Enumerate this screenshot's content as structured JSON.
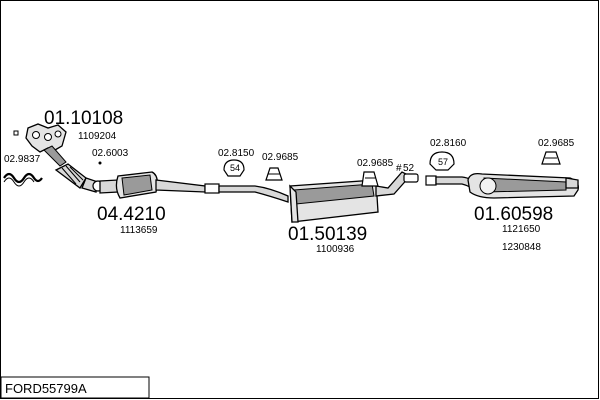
{
  "diagram": {
    "title": "FORD55799A",
    "parts": [
      {
        "id": "manifold",
        "number": "01.10108",
        "oe": "1109204"
      },
      {
        "id": "gasket_left",
        "number": "02.9837"
      },
      {
        "id": "gasket_flex",
        "number": "02.6003"
      },
      {
        "id": "catalyst",
        "number": "04.4210",
        "oe": "1113659"
      },
      {
        "id": "mount_a",
        "number": "02.8150",
        "badge": "54"
      },
      {
        "id": "mount_b",
        "number": "02.9685"
      },
      {
        "id": "middle_silencer",
        "number": "01.50139",
        "oe": "1100936"
      },
      {
        "id": "mount_c",
        "number": "02.9685"
      },
      {
        "id": "clamp",
        "number": "52"
      },
      {
        "id": "mount_d",
        "number": "02.8160",
        "badge": "57"
      },
      {
        "id": "mount_e",
        "number": "02.9685"
      },
      {
        "id": "rear_silencer",
        "number": "01.60598",
        "oe": [
          "1121650",
          "1230848"
        ]
      }
    ]
  }
}
